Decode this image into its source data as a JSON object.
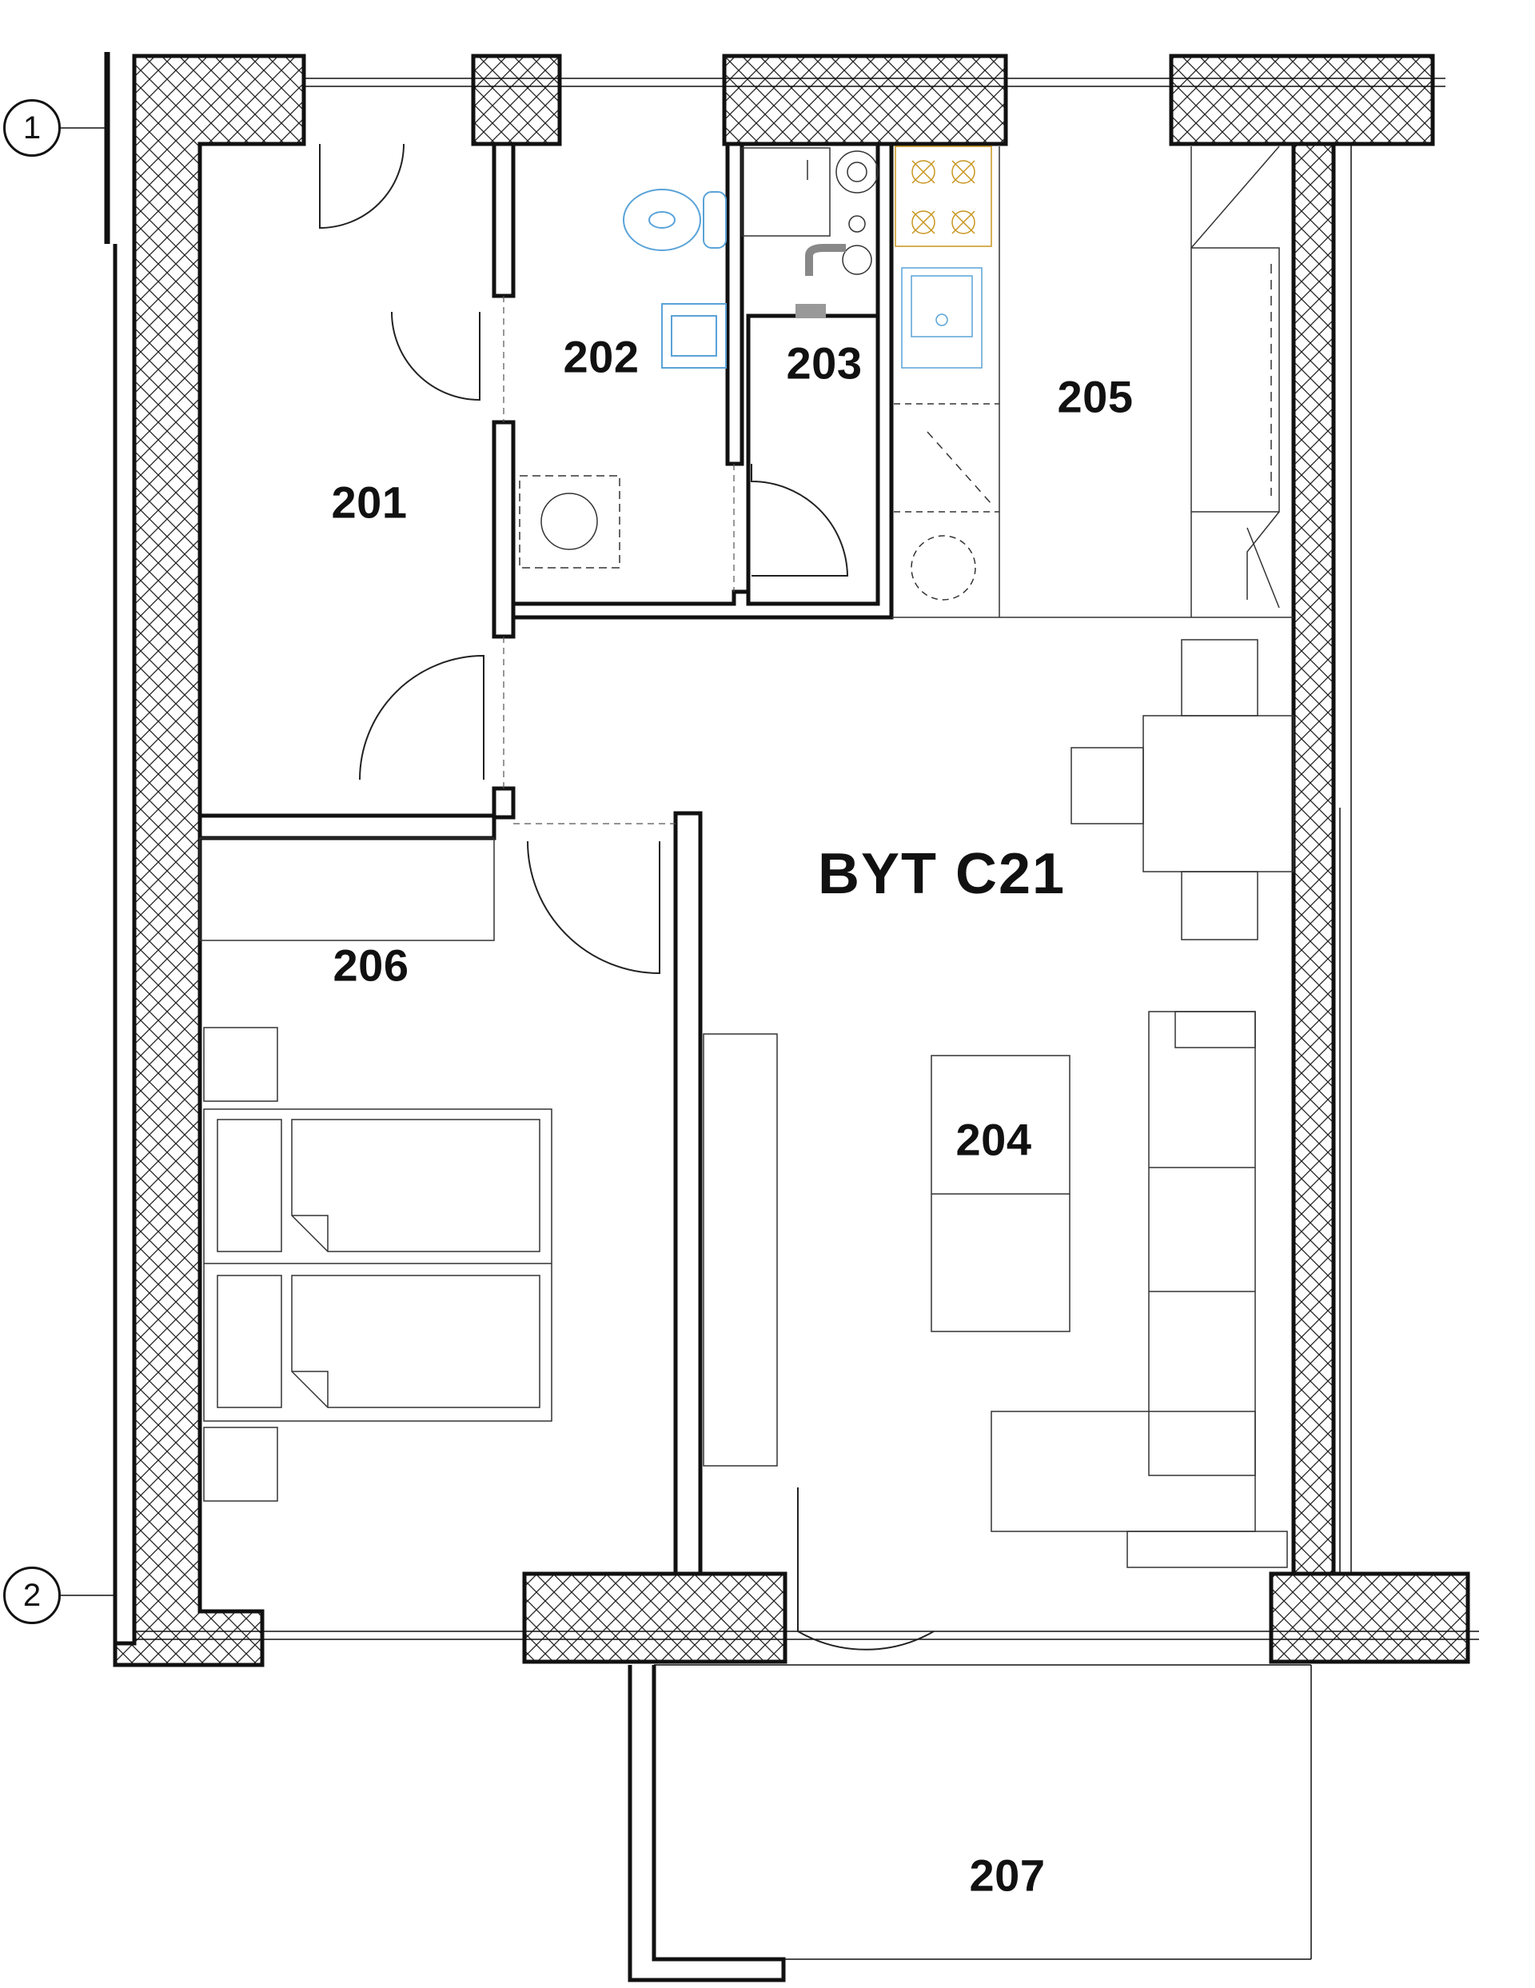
{
  "plan": {
    "apartment_label": "BYT C21",
    "rooms": {
      "r201": "201",
      "r202": "202",
      "r203": "203",
      "r204": "204",
      "r205": "205",
      "r206": "206",
      "r207": "207"
    },
    "axes": {
      "a1": "1",
      "a2": "2"
    }
  },
  "colors": {
    "line": "#111111",
    "thin_line": "#333333",
    "sanitary": "#5aa3d8",
    "cooktop": "#c8961e"
  }
}
